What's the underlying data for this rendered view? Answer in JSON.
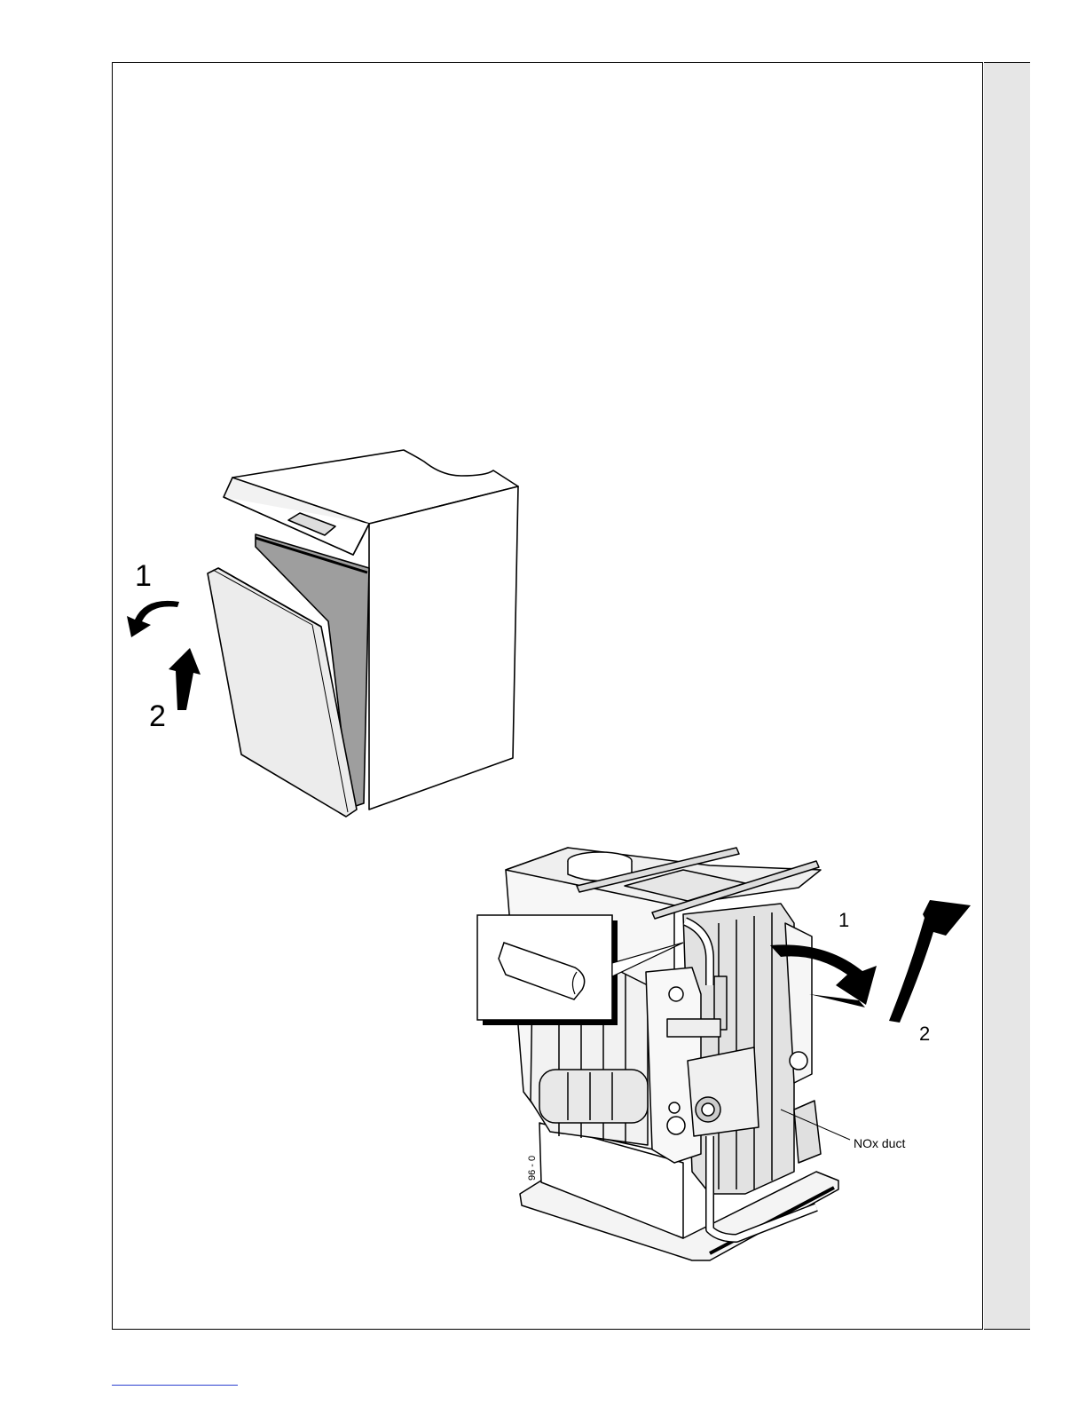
{
  "figure1": {
    "step1_label": "1",
    "step2_label": "2"
  },
  "figure2": {
    "step1_label": "1",
    "step2_label": "2",
    "callout_label": "NOx duct",
    "drawing_code": "96 - 0"
  }
}
